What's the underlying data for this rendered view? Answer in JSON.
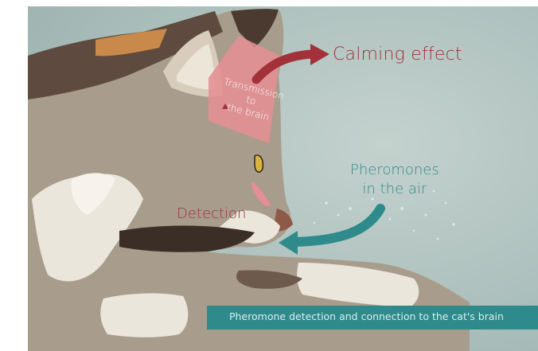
{
  "labels": {
    "calming_effect": "Calming effect",
    "transmission_line1": "Transmission",
    "transmission_line2": "to",
    "transmission_line3": "the brain",
    "pheromones_line1": "Pheromones",
    "pheromones_line2": "in the air",
    "detection": "Detection",
    "caption": "Pheromone detection and connection to the cat's brain"
  },
  "colors": {
    "background": "#b8c8c4",
    "cat_body": "#a89c8c",
    "cat_dark": "#5e4a3e",
    "cat_white": "#ebe6dc",
    "brain_region": "#e48f94",
    "calming_arrow": "#a3313a",
    "pheromone_arrow": "#2f8a8c",
    "caption_bar": "#2f8a8c"
  },
  "icons": [
    "red-curved-arrow",
    "teal-curved-arrow",
    "cat-illustration"
  ]
}
